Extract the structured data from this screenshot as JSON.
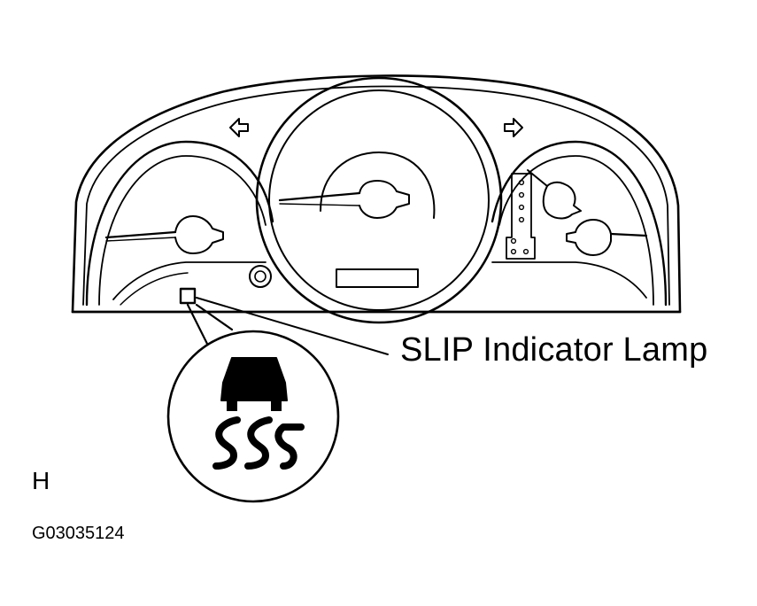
{
  "diagram": {
    "callout_label": "SLIP Indicator Lamp",
    "view_letter": "H",
    "figure_code": "G03035124"
  },
  "icons": {
    "cluster": "instrument-cluster-outline",
    "turn_left": "left-turn-arrow-icon",
    "turn_right": "right-turn-arrow-icon",
    "slip": "slip-indicator-icon"
  },
  "colors": {
    "ink": "#000000",
    "paper": "#ffffff"
  }
}
